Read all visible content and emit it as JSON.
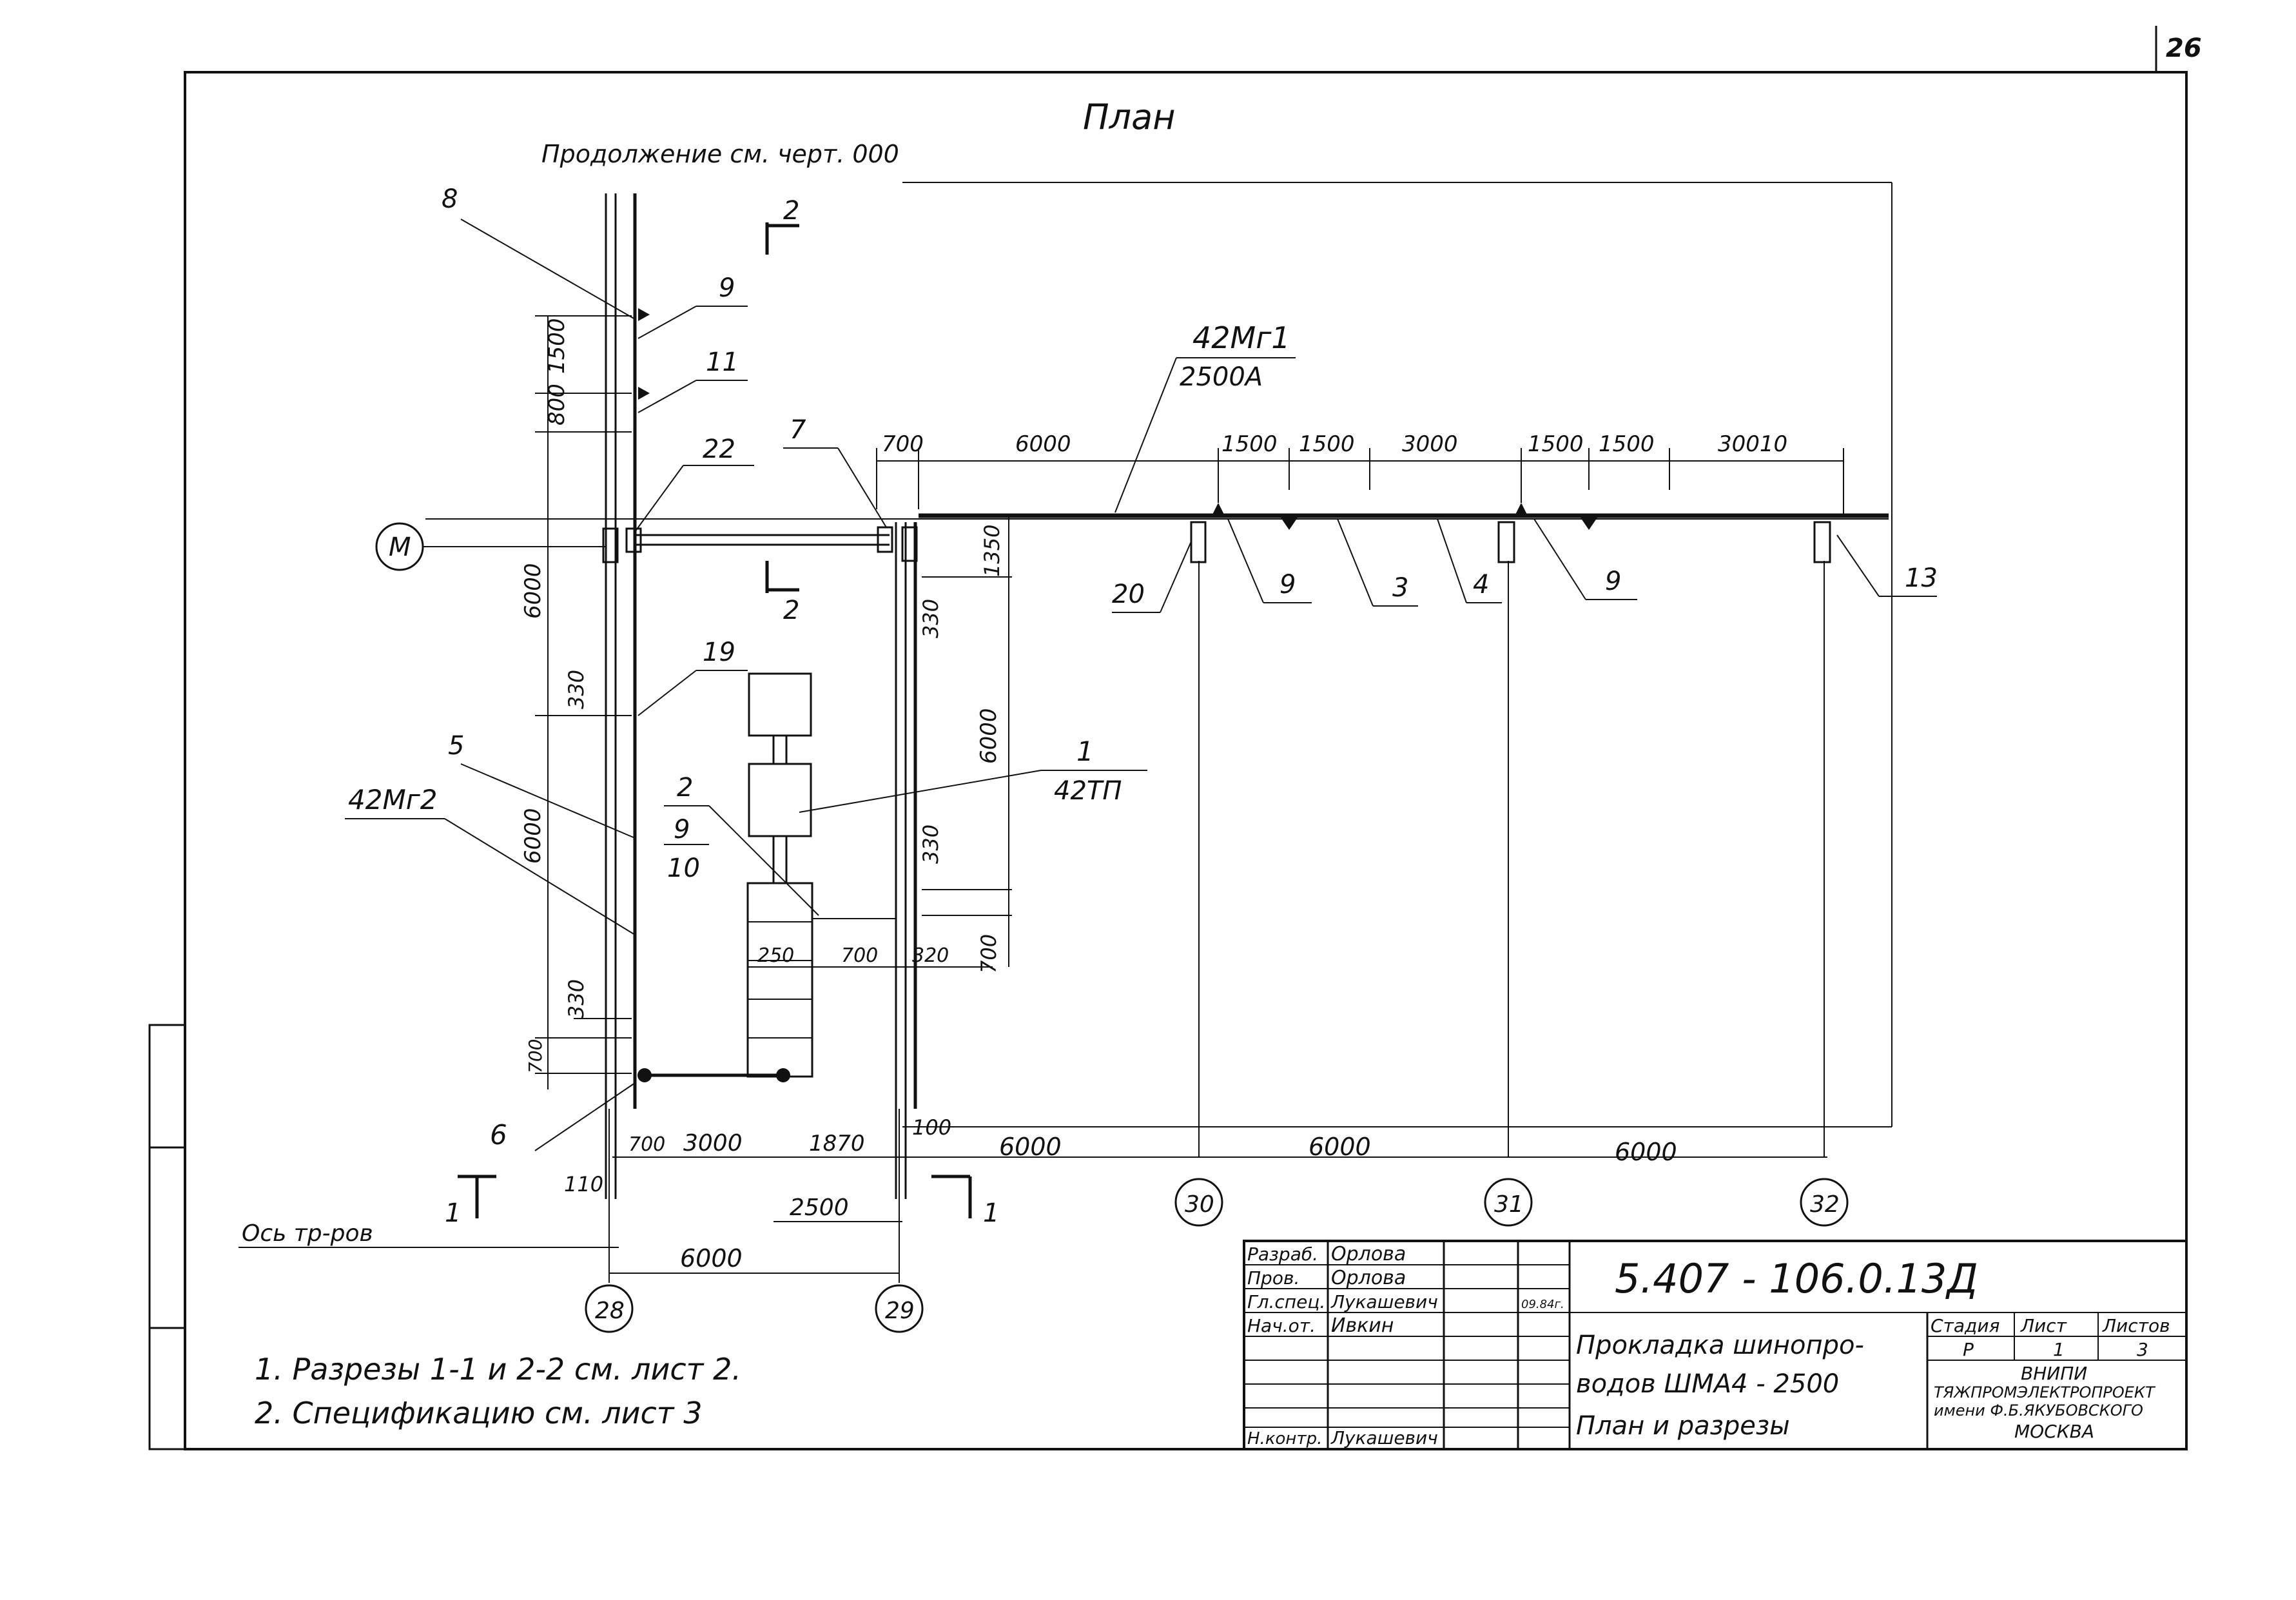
{
  "sheet_number": "26",
  "plan_title": "План",
  "continuation_note": "Продолжение см. черт. 000",
  "section_marks": [
    "2",
    "2",
    "1",
    "1"
  ],
  "axis_m": "М",
  "axis_labels": [
    "28",
    "29",
    "30",
    "31",
    "32"
  ],
  "busbar_top": "42Mг1",
  "busbar_rating": "2500А",
  "busbar_left": "42Mг2",
  "transformer": "42ТП",
  "transformer_pos": "1",
  "stack_labels": [
    "2",
    "9",
    "10"
  ],
  "pos_labels": [
    "8",
    "9",
    "11",
    "22",
    "7",
    "20",
    "9",
    "3",
    "4",
    "9",
    "13",
    "19",
    "5",
    "6"
  ],
  "dims_top": [
    "700",
    "6000",
    "1500",
    "1500",
    "3000",
    "1500",
    "1500",
    "30010"
  ],
  "dims_left_vertical": [
    "800",
    "1500",
    "6000",
    "330",
    "6000",
    "330",
    "700"
  ],
  "dims_inner_vertical": [
    "1350",
    "330",
    "6000",
    "330",
    "700"
  ],
  "dims_inner": [
    "250",
    "700",
    "320"
  ],
  "dims_bottom": [
    "700",
    "3000",
    "1870",
    "100",
    "6000",
    "6000",
    "6000"
  ],
  "dims_bottom2": [
    "110",
    "2500",
    "6000"
  ],
  "axis_pipe_note": "Ось тр-ров",
  "notes": [
    "1. Разрезы 1-1 и 2-2 см. лист 2.",
    "2. Спецификацию см. лист 3"
  ],
  "title_block": {
    "doc_code": "5.407 - 106.0.13Д",
    "rows": [
      {
        "role": "Разраб.",
        "name": "Орлова"
      },
      {
        "role": "Пров.",
        "name": "Орлова"
      },
      {
        "role": "Гл.спец.",
        "name": "Лукашевич"
      },
      {
        "role": "Нач.от.",
        "name": "Ивкин"
      },
      {
        "role": "Н.контр.",
        "name": "Лукашевич"
      }
    ],
    "date": "09.84г.",
    "desc1": "Прокладка шинопро-",
    "desc2": "водов ШМА4 - 2500",
    "desc3": "План и разрезы",
    "stage_header": "Стадия",
    "sheet_header": "Лист",
    "sheets_header": "Листов",
    "stage": "Р",
    "sheet": "1",
    "sheets": "3",
    "org1": "ВНИПИ",
    "org2": "ТЯЖПРОМЭЛЕКТРОПРОЕКТ",
    "org3": "имени Ф.Б.ЯКУБОВСКОГО",
    "org4": "МОСКВА"
  }
}
